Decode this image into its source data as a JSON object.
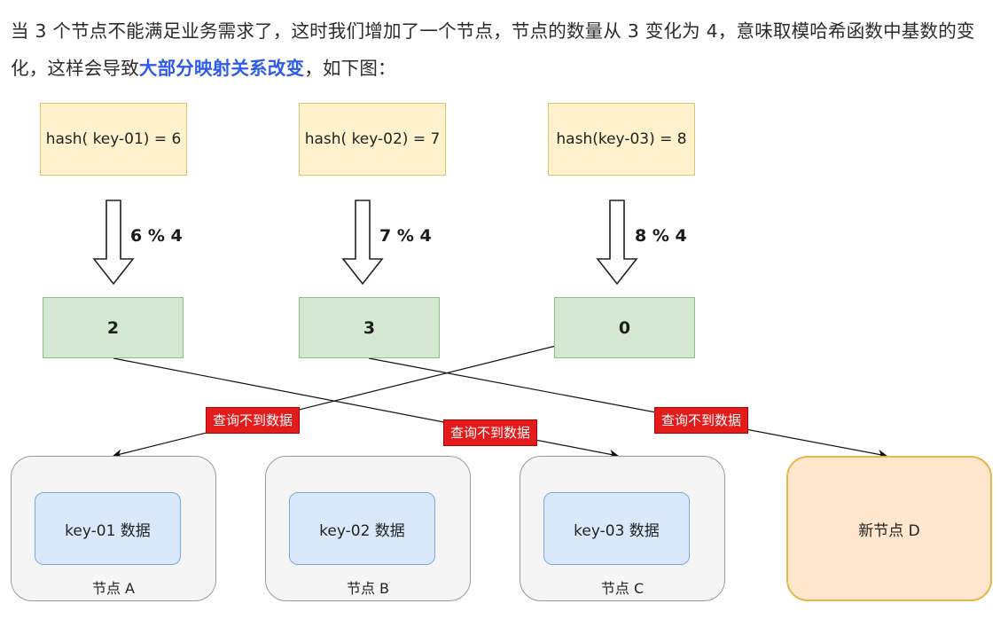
{
  "intro": {
    "part1": "当 3 个节点不能满足业务需求了，这时我们增加了一个节点，节点的数量从 3 变化为 4，意味取模哈希函数中基数的变化，这样会导致",
    "highlight": "大部分映射关系改变",
    "part2": "，如下图："
  },
  "hashes": [
    "hash( key-01) = 6",
    "hash( key-02) = 7",
    "hash(key-03) = 8"
  ],
  "mods": [
    "6 % 4",
    "7 % 4",
    "8 % 4"
  ],
  "results": [
    "2",
    "3",
    "0"
  ],
  "nodes": [
    {
      "data": "key-01 数据",
      "label": "节点 A"
    },
    {
      "data": "key-02 数据",
      "label": "节点 B"
    },
    {
      "data": "key-03 数据",
      "label": "节点 C"
    }
  ],
  "new_node": "新节点 D",
  "error_label": "查询不到数据",
  "colors": {
    "hash_fill": "#fff2cc",
    "result_fill": "#d5e8d4",
    "node_fill": "#f5f5f5",
    "new_node_fill": "#ffe6cc",
    "data_fill": "#dae8fc",
    "error_fill": "#e31b1b",
    "highlight_text": "#2f5bea"
  }
}
